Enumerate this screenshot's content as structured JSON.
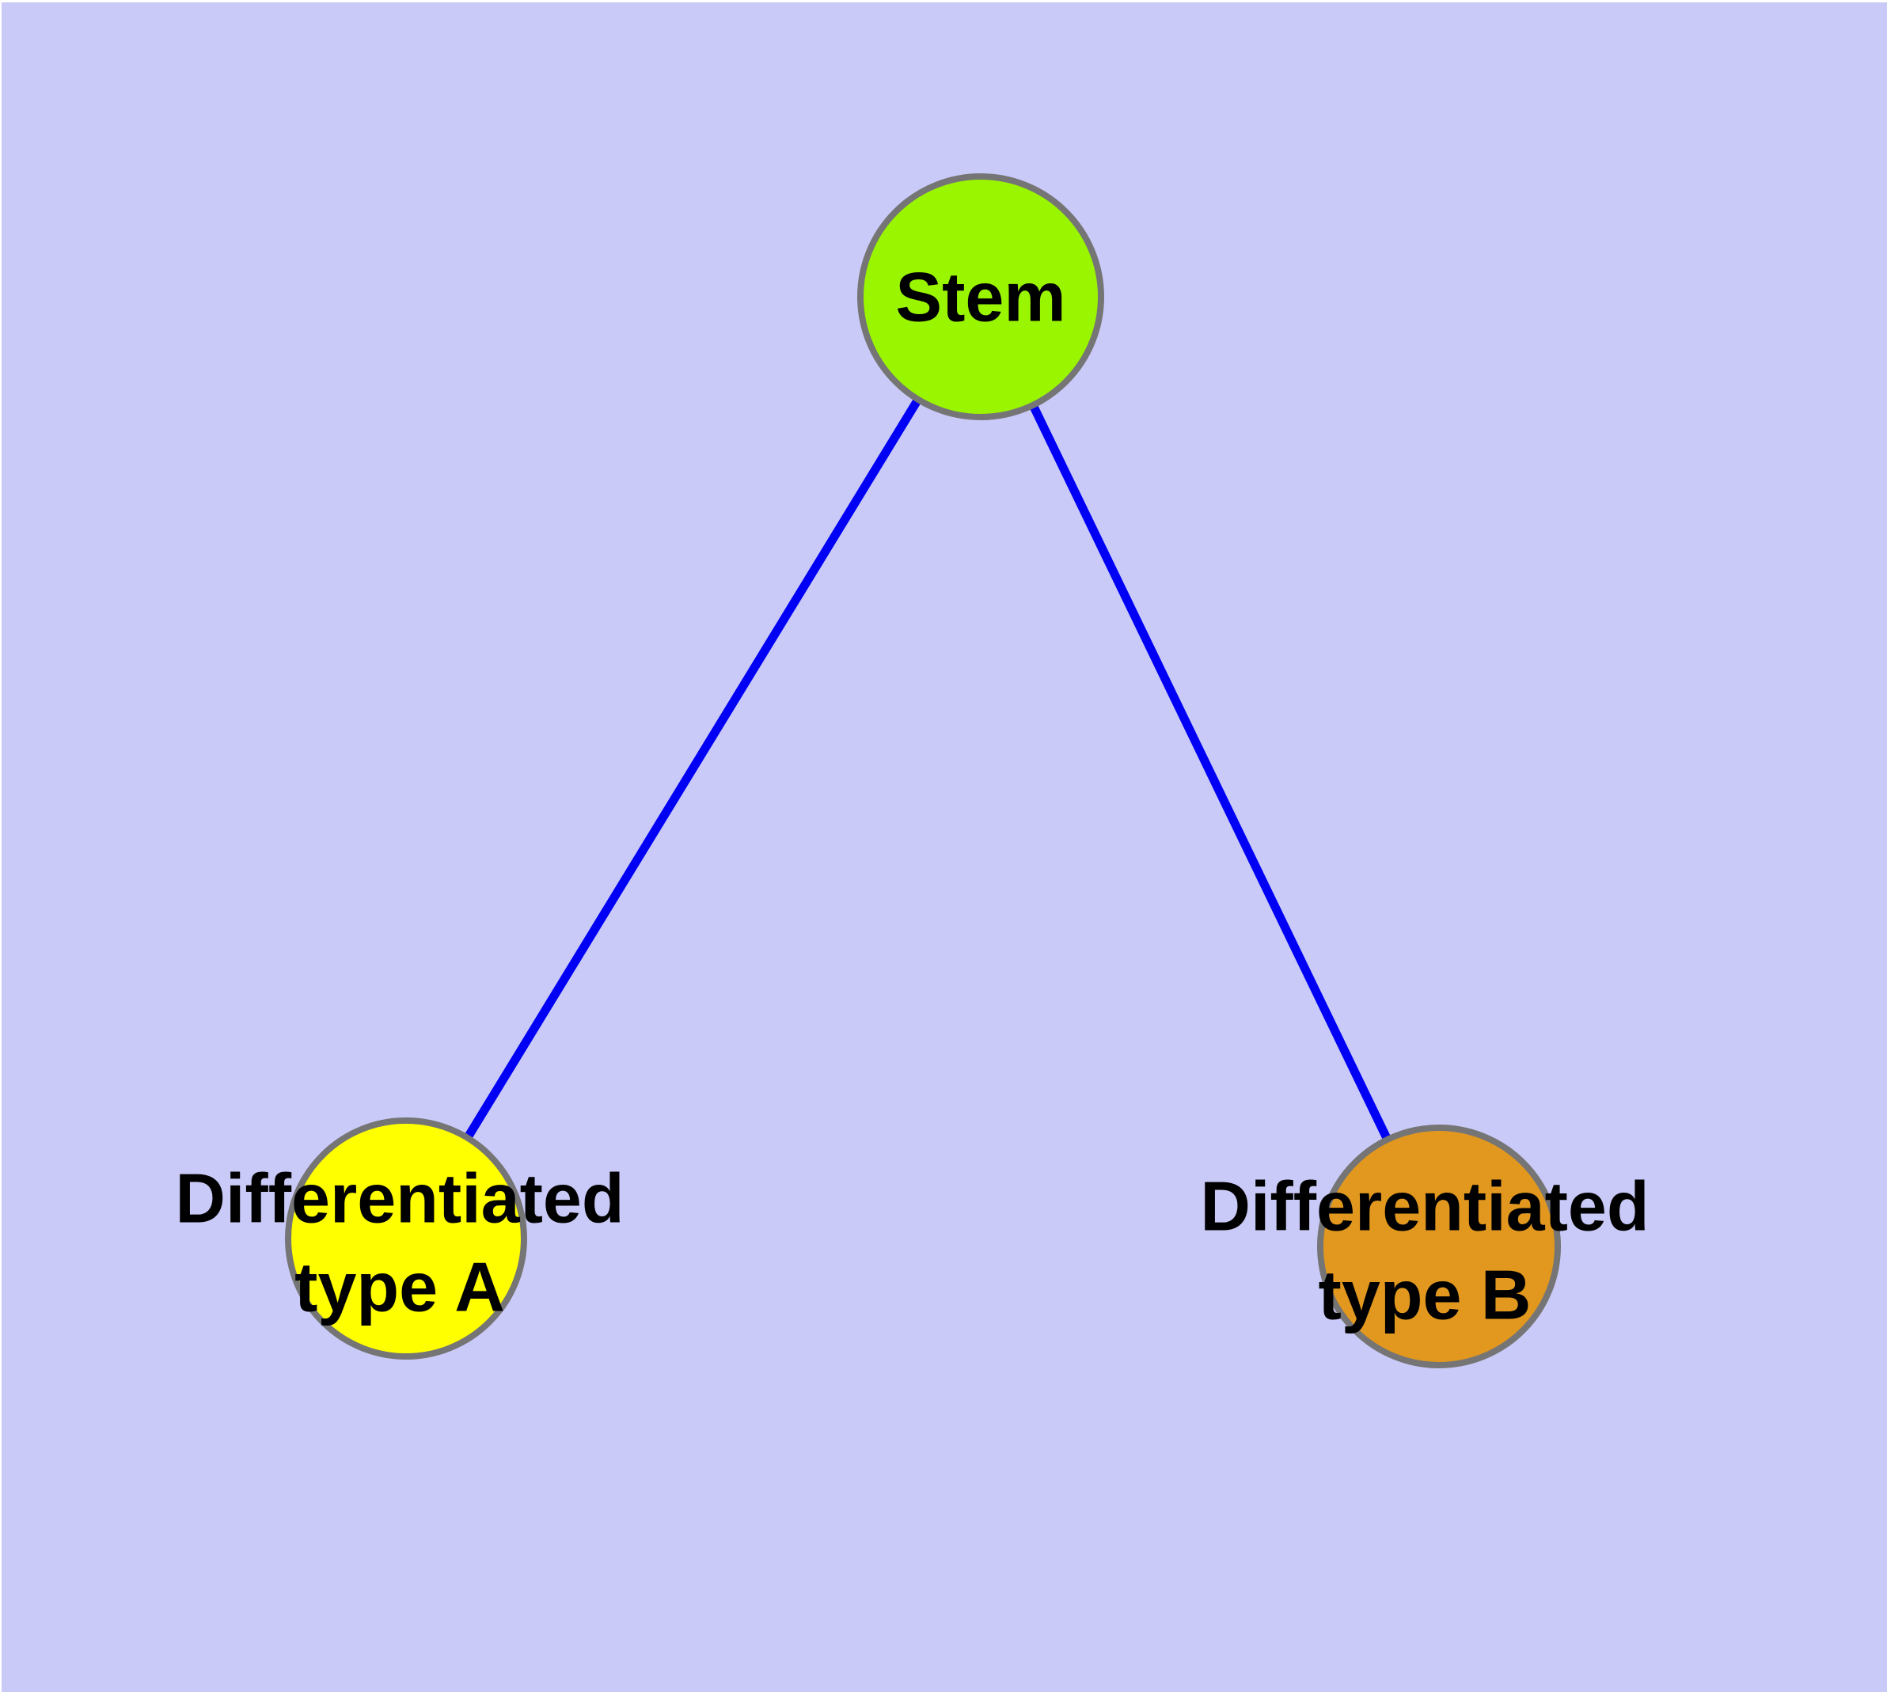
{
  "diagram": {
    "background_color": "#CACAF8",
    "frame_color": "#FFFFFF",
    "edge_color": "#0000F5",
    "node_border_color": "#757575",
    "text_color": "#000000",
    "nodes": {
      "stem": {
        "label": "Stem",
        "fill": "#9AF500"
      },
      "type_a": {
        "label_line1": "Differentiated",
        "label_line2": "type A",
        "fill": "#FFFF00"
      },
      "type_b": {
        "label_line1": "Differentiated",
        "label_line2": "type B",
        "fill": "#E2981E"
      }
    },
    "edges": [
      {
        "from": "Stem",
        "to": "Differentiated type A"
      },
      {
        "from": "Stem",
        "to": "Differentiated type B"
      }
    ]
  }
}
